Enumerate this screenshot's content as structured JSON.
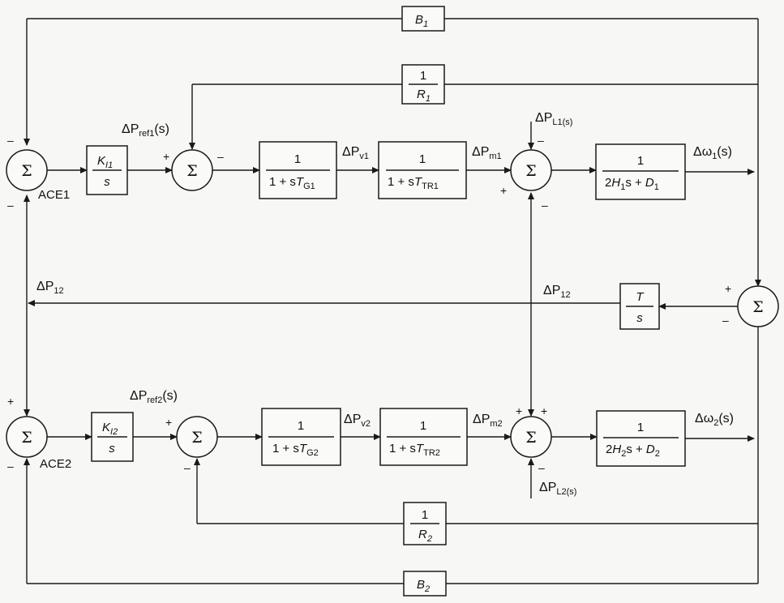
{
  "diagram": {
    "sum_symbol": "Σ",
    "ace_labels": {
      "area1": "ACE1",
      "area2": "ACE2"
    },
    "blocks": {
      "b1": {
        "text": "B",
        "sub": "1"
      },
      "b2": {
        "text": "B",
        "sub": "2"
      },
      "r1": {
        "num": "1",
        "den": "R",
        "den_sub": "1"
      },
      "r2": {
        "num": "1",
        "den": "R",
        "den_sub": "2"
      },
      "ki1": {
        "num": "K",
        "num_sub": "I1",
        "den": "s"
      },
      "ki2": {
        "num": "K",
        "num_sub": "I2",
        "den": "s"
      },
      "gov1": {
        "num": "1",
        "den_a": "1 + s",
        "den_b": "T",
        "den_sub": "G1"
      },
      "gov2": {
        "num": "1",
        "den_a": "1 + s",
        "den_b": "T",
        "den_sub": "G2"
      },
      "tur1": {
        "num": "1",
        "den_a": "1 + s",
        "den_b": "T",
        "den_sub": "TR1"
      },
      "tur2": {
        "num": "1",
        "den_a": "1 + s",
        "den_b": "T",
        "den_sub": "TR2"
      },
      "gen1": {
        "num": "1",
        "den_a": "2",
        "den_b": "H",
        "den_sub": "1",
        "den_c": "s + ",
        "den_d": "D",
        "den_sub2": "1"
      },
      "gen2": {
        "num": "1",
        "den_a": "2",
        "den_b": "H",
        "den_sub": "2",
        "den_c": "s + ",
        "den_d": "D",
        "den_sub2": "2"
      },
      "tie": {
        "num": "T",
        "den": "s"
      }
    },
    "signals": {
      "pref1": {
        "main": "ΔP",
        "sub": "ref1",
        "tail": "(s)"
      },
      "pref2": {
        "main": "ΔP",
        "sub": "ref2",
        "tail": "(s)"
      },
      "pv1": {
        "main": "ΔP",
        "sub": "v1"
      },
      "pv2": {
        "main": "ΔP",
        "sub": "v2"
      },
      "pm1": {
        "main": "ΔP",
        "sub": "m1"
      },
      "pm2": {
        "main": "ΔP",
        "sub": "m2"
      },
      "pl1": {
        "main": "ΔP",
        "sub": "L1(s)"
      },
      "pl2": {
        "main": "ΔP",
        "sub": "L2(s)"
      },
      "w1": {
        "main": "Δω",
        "sub": "1",
        "tail": "(s)"
      },
      "w2": {
        "main": "Δω",
        "sub": "2",
        "tail": "(s)"
      },
      "p12_left": {
        "main": "ΔP",
        "sub": "12"
      },
      "p12_mid": {
        "main": "ΔP",
        "sub": "12"
      }
    },
    "signs": {
      "plus": "+",
      "minus": "–"
    }
  }
}
